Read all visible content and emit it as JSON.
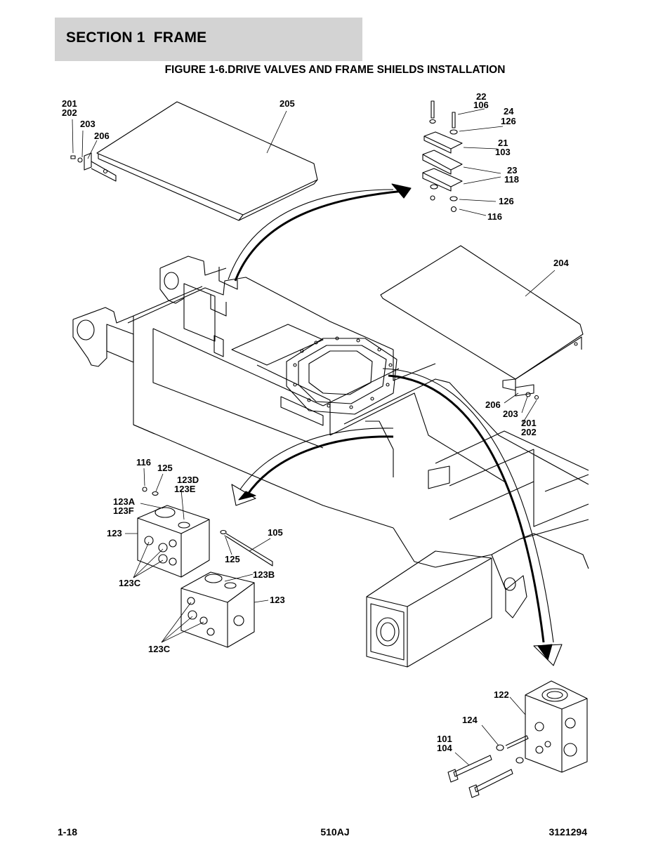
{
  "header": {
    "section_title": "SECTION 1  FRAME",
    "figure_title": "FIGURE 1-6.DRIVE VALVES AND FRAME SHIELDS INSTALLATION"
  },
  "callouts": {
    "c201a": "201",
    "c202a": "202",
    "c203a": "203",
    "c206a": "206",
    "c205": "205",
    "c22": "22",
    "c106": "106",
    "c24": "24",
    "c126a": "126",
    "c21": "21",
    "c103": "103",
    "c23": "23",
    "c118": "118",
    "c126b": "126",
    "c116a": "116",
    "c204": "204",
    "c206b": "206",
    "c203b": "203",
    "c201b": "201",
    "c202b": "202",
    "c116b": "116",
    "c125a": "125",
    "c123D": "123D",
    "c123E": "123E",
    "c123A": "123A",
    "c123F": "123F",
    "c123a": "123",
    "c105": "105",
    "c125b": "125",
    "c123B": "123B",
    "c123C1": "123C",
    "c123b": "123",
    "c123C2": "123C",
    "c122": "122",
    "c124": "124",
    "c101": "101",
    "c104": "104"
  },
  "footer": {
    "page_number": "1-18",
    "model": "510AJ",
    "part_number": "3121294"
  }
}
